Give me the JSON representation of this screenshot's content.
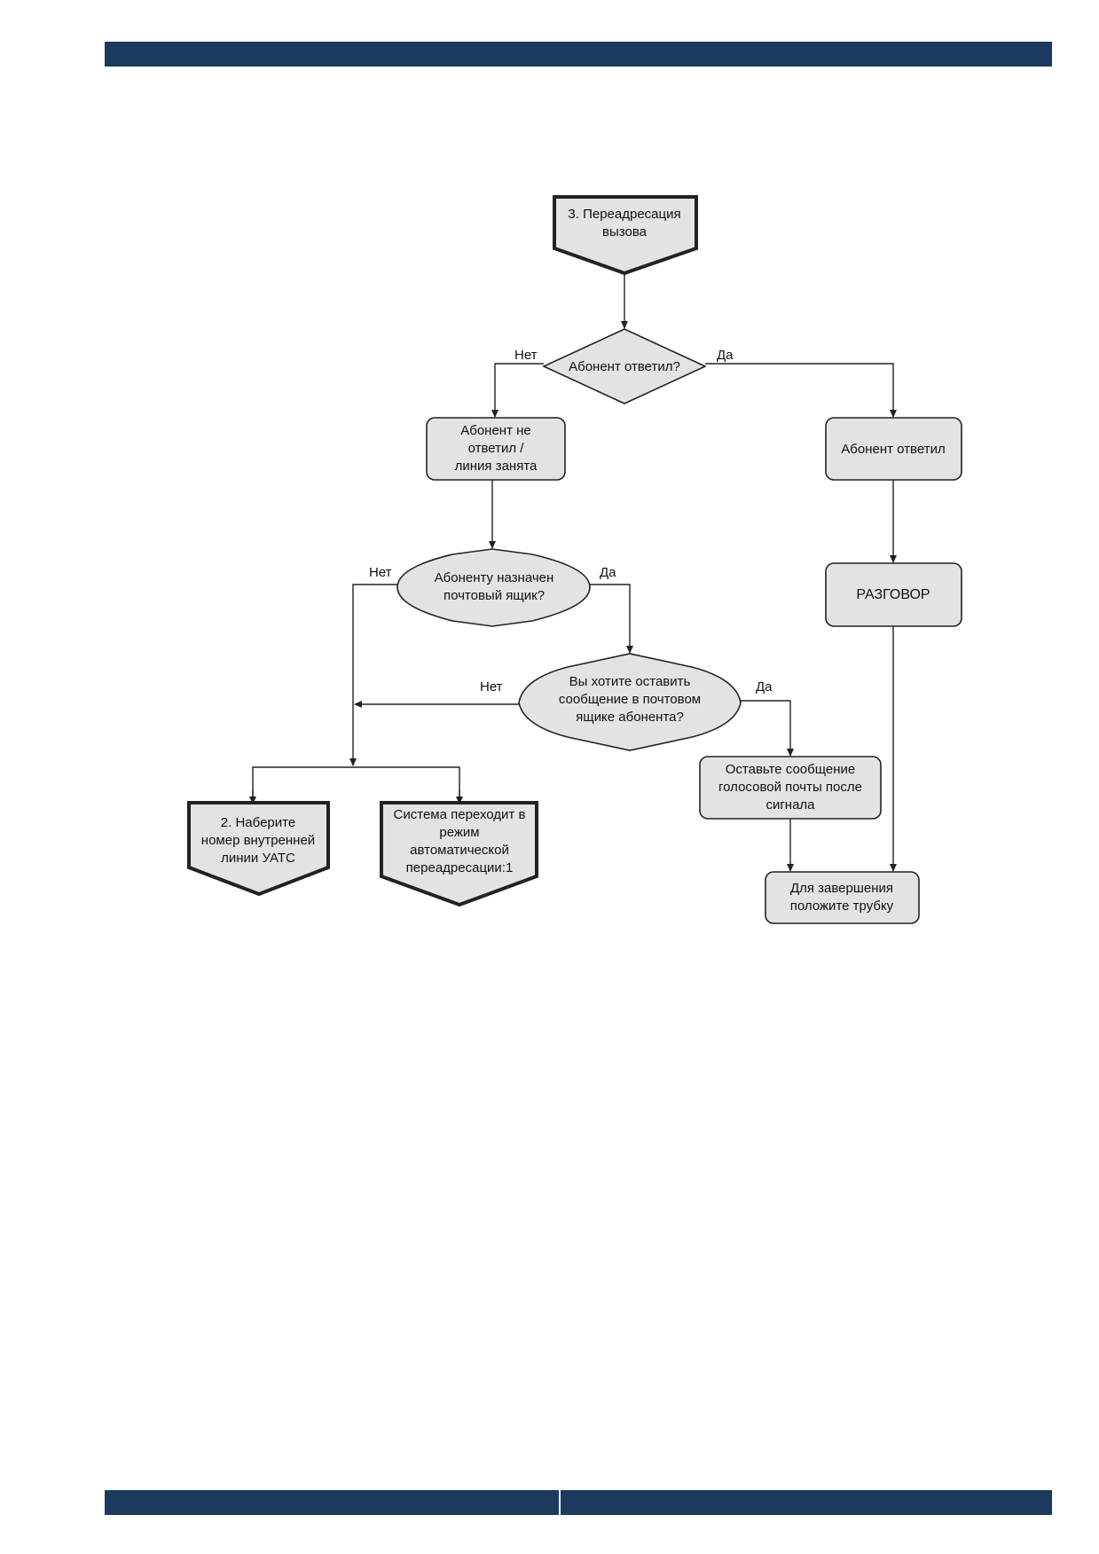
{
  "header": {
    "color": "#1c3a5e"
  },
  "flowchart": {
    "start": {
      "lines": [
        "3. Переадресация",
        "вызова"
      ]
    },
    "q_answered": {
      "lines": [
        "Абонент ответил?"
      ],
      "no": "Нет",
      "yes": "Да"
    },
    "no_answer": {
      "lines": [
        "Абонент не",
        "ответил /",
        "линия занята"
      ]
    },
    "answered": {
      "lines": [
        "Абонент ответил"
      ]
    },
    "q_mailbox": {
      "lines": [
        "Абоненту назначен",
        "почтовый ящик?"
      ],
      "no": "Нет",
      "yes": "Да"
    },
    "talk": {
      "lines": [
        "РАЗГОВОР"
      ]
    },
    "q_leave_msg": {
      "lines": [
        "Вы хотите оставить",
        "сообщение в почтовом",
        "ящике абонента?"
      ],
      "no": "Нет",
      "yes": "Да"
    },
    "leave_msg": {
      "lines": [
        "Оставьте сообщение",
        "голосовой почты после",
        "сигнала"
      ]
    },
    "dial_ext": {
      "lines": [
        "2. Наберите",
        "номер внутренней",
        "линии УАТС"
      ]
    },
    "auto_forward": {
      "lines": [
        "Система переходит в",
        "режим",
        "автоматической",
        "переадресации:1"
      ]
    },
    "hang_up": {
      "lines": [
        "Для завершения",
        "положите трубку"
      ]
    }
  }
}
